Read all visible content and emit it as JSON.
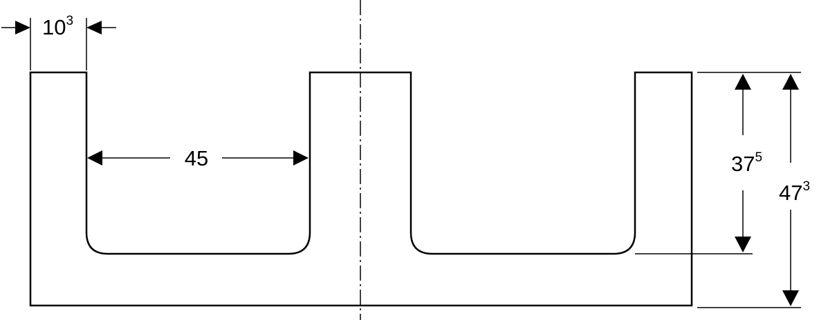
{
  "dimensions": {
    "wall_thickness": {
      "main": "10",
      "sup": "3"
    },
    "inner_width": {
      "main": "45"
    },
    "inner_depth": {
      "main": "37",
      "sup": "5"
    },
    "total_height": {
      "main": "47",
      "sup": "3"
    }
  },
  "colors": {
    "line": "#000000",
    "background": "#ffffff"
  }
}
